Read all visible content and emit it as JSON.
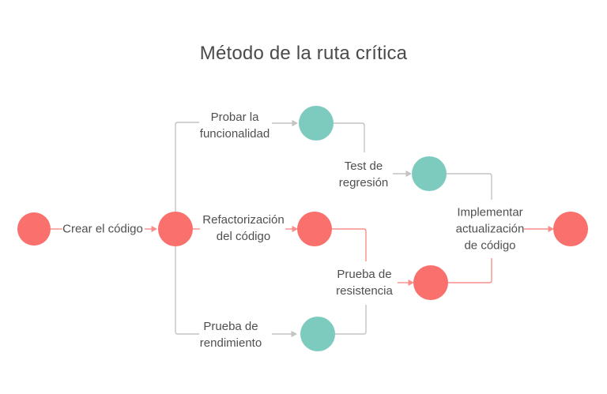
{
  "title": "Método de la ruta crítica",
  "colors": {
    "node_critical": "#F9706C",
    "edge_critical": "#FA8F8A",
    "node_regular": "#7CCBBE",
    "edge_regular": "#C3C3C3",
    "text": "#4F4F4F",
    "title_text": "#4A4A4A",
    "background": "#FFFFFF"
  },
  "labels": {
    "crear_el_codigo": "Crear el código",
    "probar_la_funcionalidad": "Probar la\nfuncionalidad",
    "refactorizacion_del_codigo": "Refactorización\ndel código",
    "prueba_de_rendimiento": "Prueba de\nrendimiento",
    "test_de_regresion": "Test de\nregresión",
    "prueba_de_resistencia": "Prueba de\nresistencia",
    "implementar_actualizacion": "Implementar\nactualización\nde código"
  },
  "nodes": [
    {
      "id": "inicio",
      "type": "critical"
    },
    {
      "id": "crear-el-codigo",
      "type": "critical"
    },
    {
      "id": "probar-funcionalidad",
      "type": "regular"
    },
    {
      "id": "refactorizacion-codigo",
      "type": "critical"
    },
    {
      "id": "prueba-rendimiento",
      "type": "regular"
    },
    {
      "id": "test-regresion",
      "type": "regular"
    },
    {
      "id": "prueba-resistencia",
      "type": "critical"
    },
    {
      "id": "fin",
      "type": "critical"
    }
  ]
}
